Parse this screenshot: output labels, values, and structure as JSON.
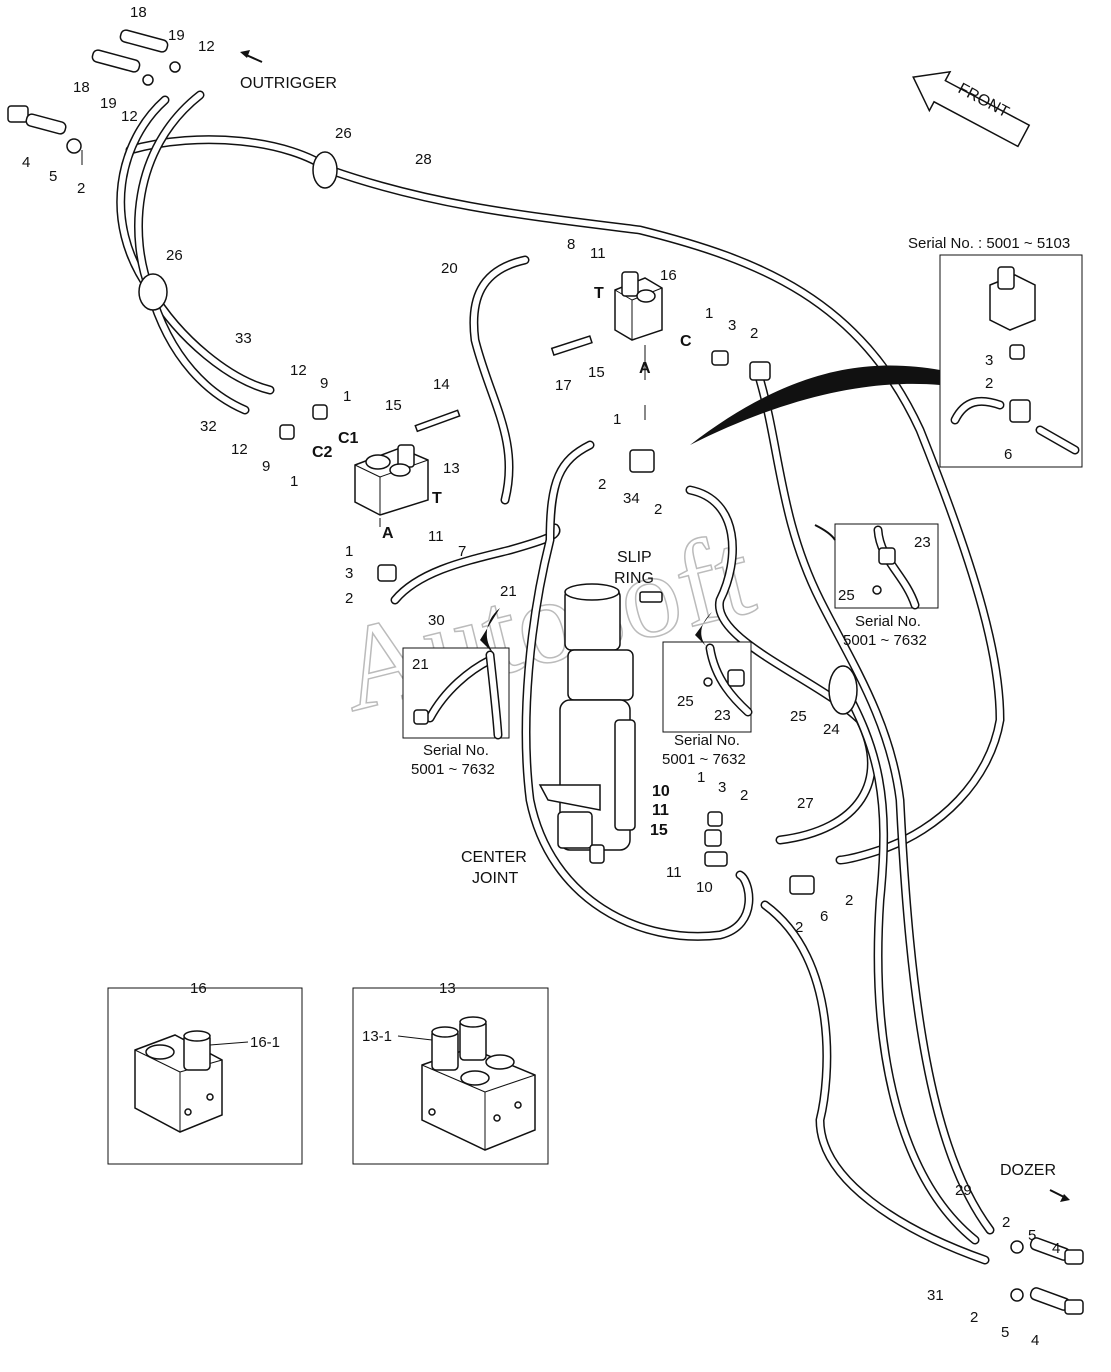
{
  "watermark": "Autosoft",
  "directions": {
    "outrigger": "OUTRIGGER",
    "front": "FRONT",
    "dozer": "DOZER"
  },
  "components": {
    "slip_ring": [
      "SLIP",
      "RING"
    ],
    "center_joint": [
      "CENTER",
      "JOINT"
    ]
  },
  "ports": {
    "c1": "C1",
    "c2": "C2",
    "t_left": "T",
    "a_left": "A",
    "t_top": "T",
    "c_top": "C",
    "a_top": "A"
  },
  "callouts": {
    "c18a": "18",
    "c19a": "19",
    "c12a": "12",
    "c18b": "18",
    "c19b": "19",
    "c12b": "12",
    "c4a": "4",
    "c5a": "5",
    "c2a": "2",
    "c26a": "26",
    "c28": "28",
    "c26b": "26",
    "c20": "20",
    "c8": "8",
    "c11a": "11",
    "c16": "16",
    "c1a": "1",
    "c3a": "3",
    "c2b": "2",
    "c17": "17",
    "c15a": "15",
    "c1b": "1",
    "c33": "33",
    "c12c": "12",
    "c9a": "9",
    "c1c": "1",
    "c32": "32",
    "c12d": "12",
    "c9b": "9",
    "c1d": "1",
    "c15b": "15",
    "c14": "14",
    "c13": "13",
    "c11b": "11",
    "c7": "7",
    "c1e": "1",
    "c3b": "3",
    "c2c": "2",
    "c30": "30",
    "c2d": "2",
    "c34": "34",
    "c2e": "2",
    "c21a": "21",
    "c21b": "21",
    "c25a": "25",
    "c23a": "23",
    "c25b": "25",
    "c24": "24",
    "c25c": "25",
    "c23b": "23",
    "c10a": "10",
    "c11c": "11",
    "c15c": "15",
    "c1f": "1",
    "c3c": "3",
    "c2f": "2",
    "c27": "27",
    "c11d": "11",
    "c10b": "10",
    "c6a": "6",
    "c2g": "2",
    "c2h": "2",
    "c3d": "3",
    "c2i": "2",
    "c6b": "6",
    "c29": "29",
    "c2j": "2",
    "c5b": "5",
    "c4b": "4",
    "c31": "31",
    "c2k": "2",
    "c5c": "5",
    "c4c": "4"
  },
  "insets": {
    "serial_top": {
      "title": "Serial No. : 5001 ~ 5103"
    },
    "serial_23": {
      "lines": [
        "Serial No.",
        "5001 ~ 7632"
      ]
    },
    "serial_21": {
      "lines": [
        "Serial No.",
        "5001 ~ 7632"
      ]
    },
    "serial_mid": {
      "lines": [
        "Serial No.",
        "5001 ~ 7632"
      ]
    },
    "detail_16": {
      "title": "16",
      "sub": "16-1"
    },
    "detail_13": {
      "title": "13",
      "sub": "13-1"
    }
  }
}
